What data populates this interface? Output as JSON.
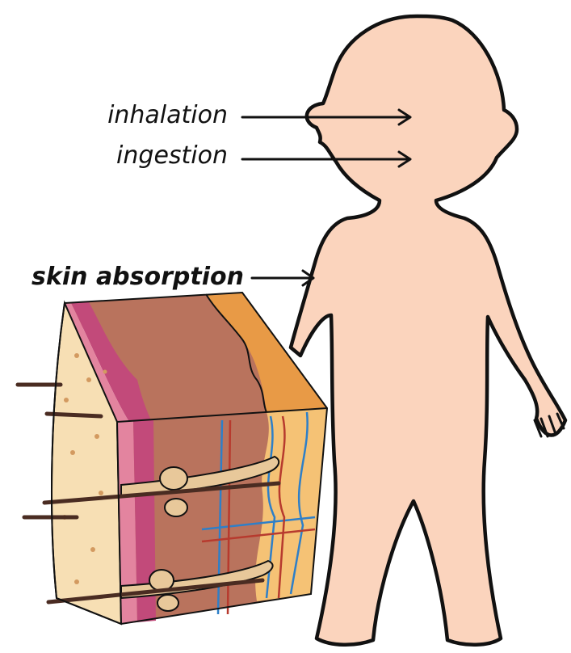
{
  "labels": {
    "inhalation": "inhalation",
    "ingestion": "ingestion",
    "skin_absorption": "skin absorption"
  },
  "colors": {
    "body_fill": "#fbd4bd",
    "outline": "#111111",
    "skin_surface": "#f7dfb4",
    "pink_layer": "#e3849f",
    "magenta_layer": "#c24a7a",
    "dermis": "#b9735d",
    "fat_layer": "#e89a46",
    "fat_light": "#f5c275",
    "vein": "#2e7fc8",
    "artery": "#b73a2e",
    "hair": "#4a2c22"
  }
}
